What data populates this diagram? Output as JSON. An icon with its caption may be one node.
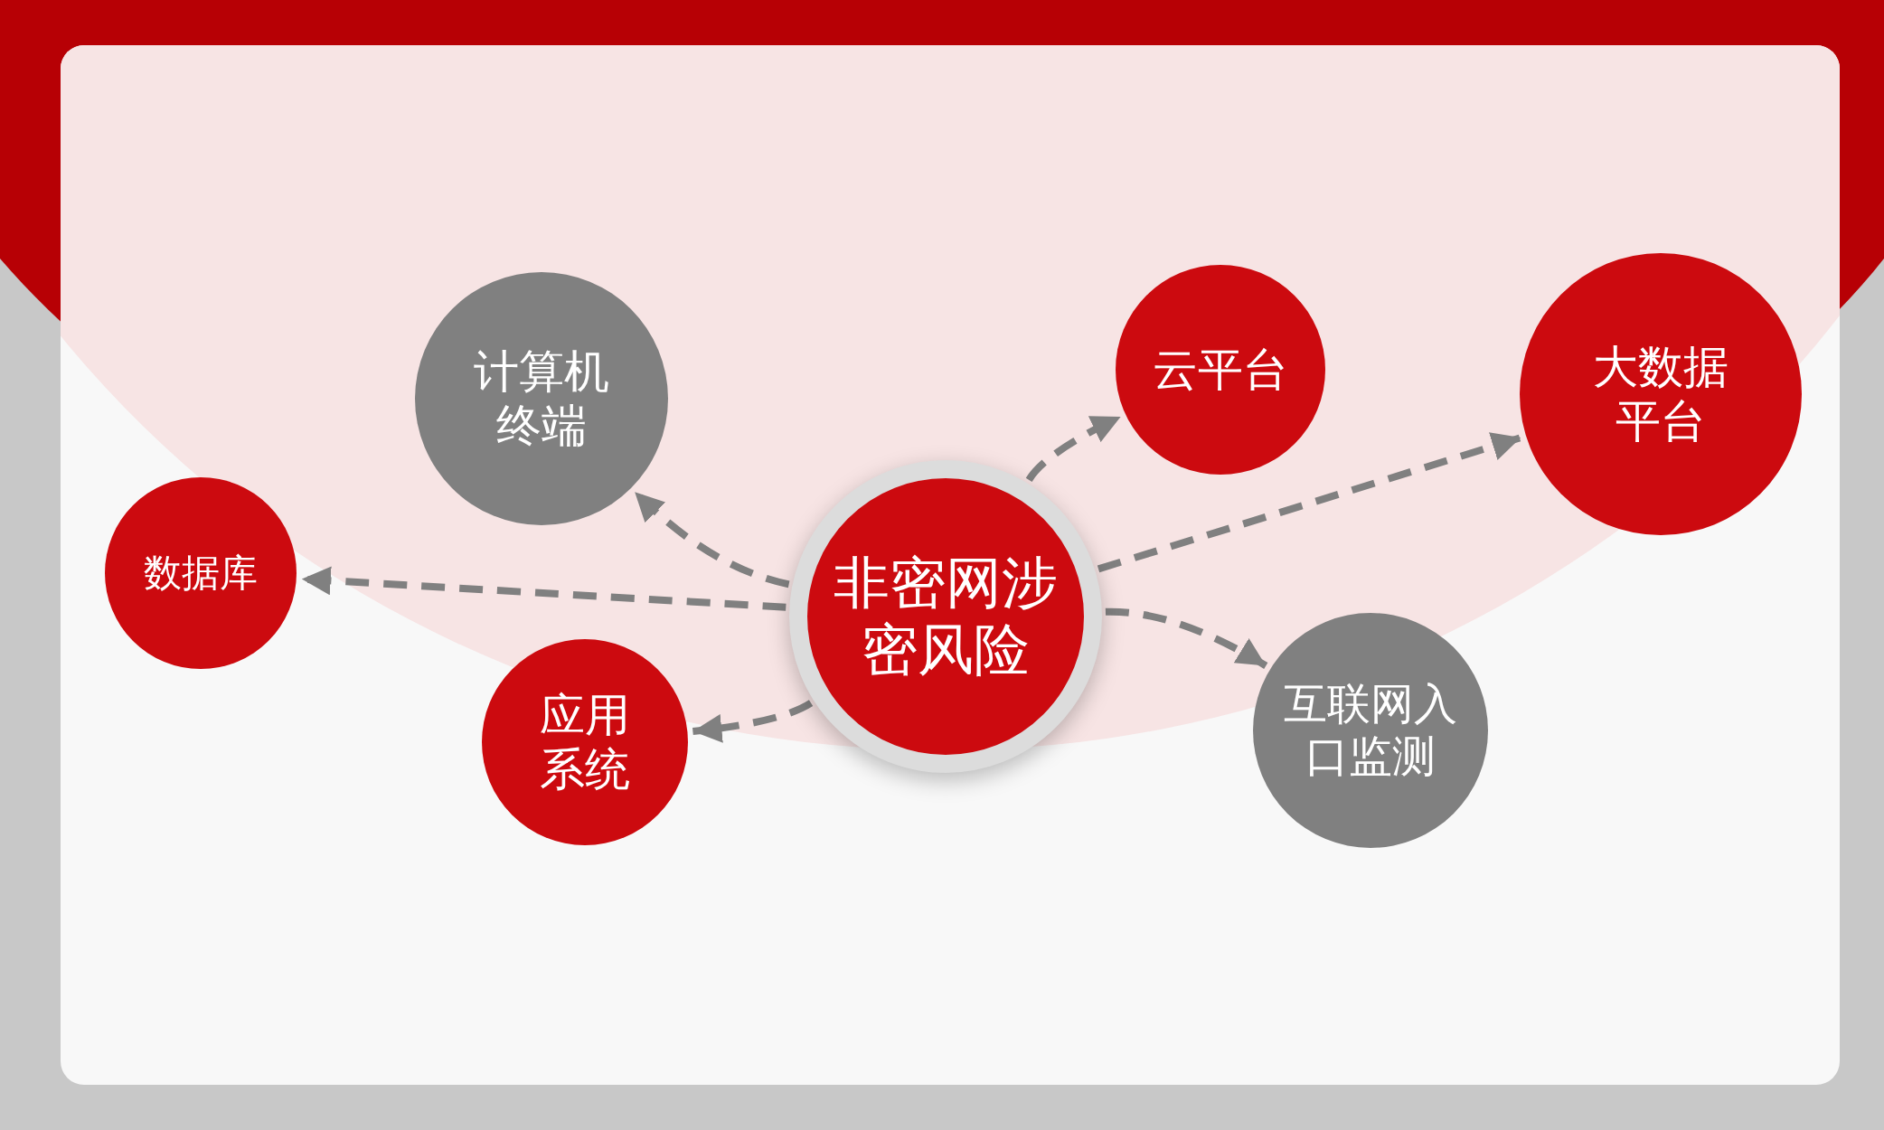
{
  "diagram": {
    "nodes": [
      {
        "text": [
          "非密网涉密风险"
        ]
      },
      {
        "text": [
          "计算机终端"
        ]
      },
      {
        "text": [
          "云平台"
        ]
      },
      {
        "text": [
          "大数据平台"
        ]
      },
      {
        "text": [
          "数据库"
        ]
      },
      {
        "text": [
          "应用系统"
        ]
      },
      {
        "text": [
          "互联网入口监测"
        ]
      }
    ],
    "edges": [
      {
        "from": 0,
        "to": 1,
        "arrow": "to",
        "style": "dashed"
      },
      {
        "from": 0,
        "to": 2,
        "arrow": "to",
        "style": "dashed"
      },
      {
        "from": 0,
        "to": 3,
        "arrow": "to",
        "style": "dashed"
      },
      {
        "from": 0,
        "to": 4,
        "arrow": "to",
        "style": "dashed"
      },
      {
        "from": 0,
        "to": 5,
        "arrow": "to",
        "style": "dashed"
      },
      {
        "from": 0,
        "to": 6,
        "arrow": "to",
        "style": "dashed"
      }
    ]
  }
}
